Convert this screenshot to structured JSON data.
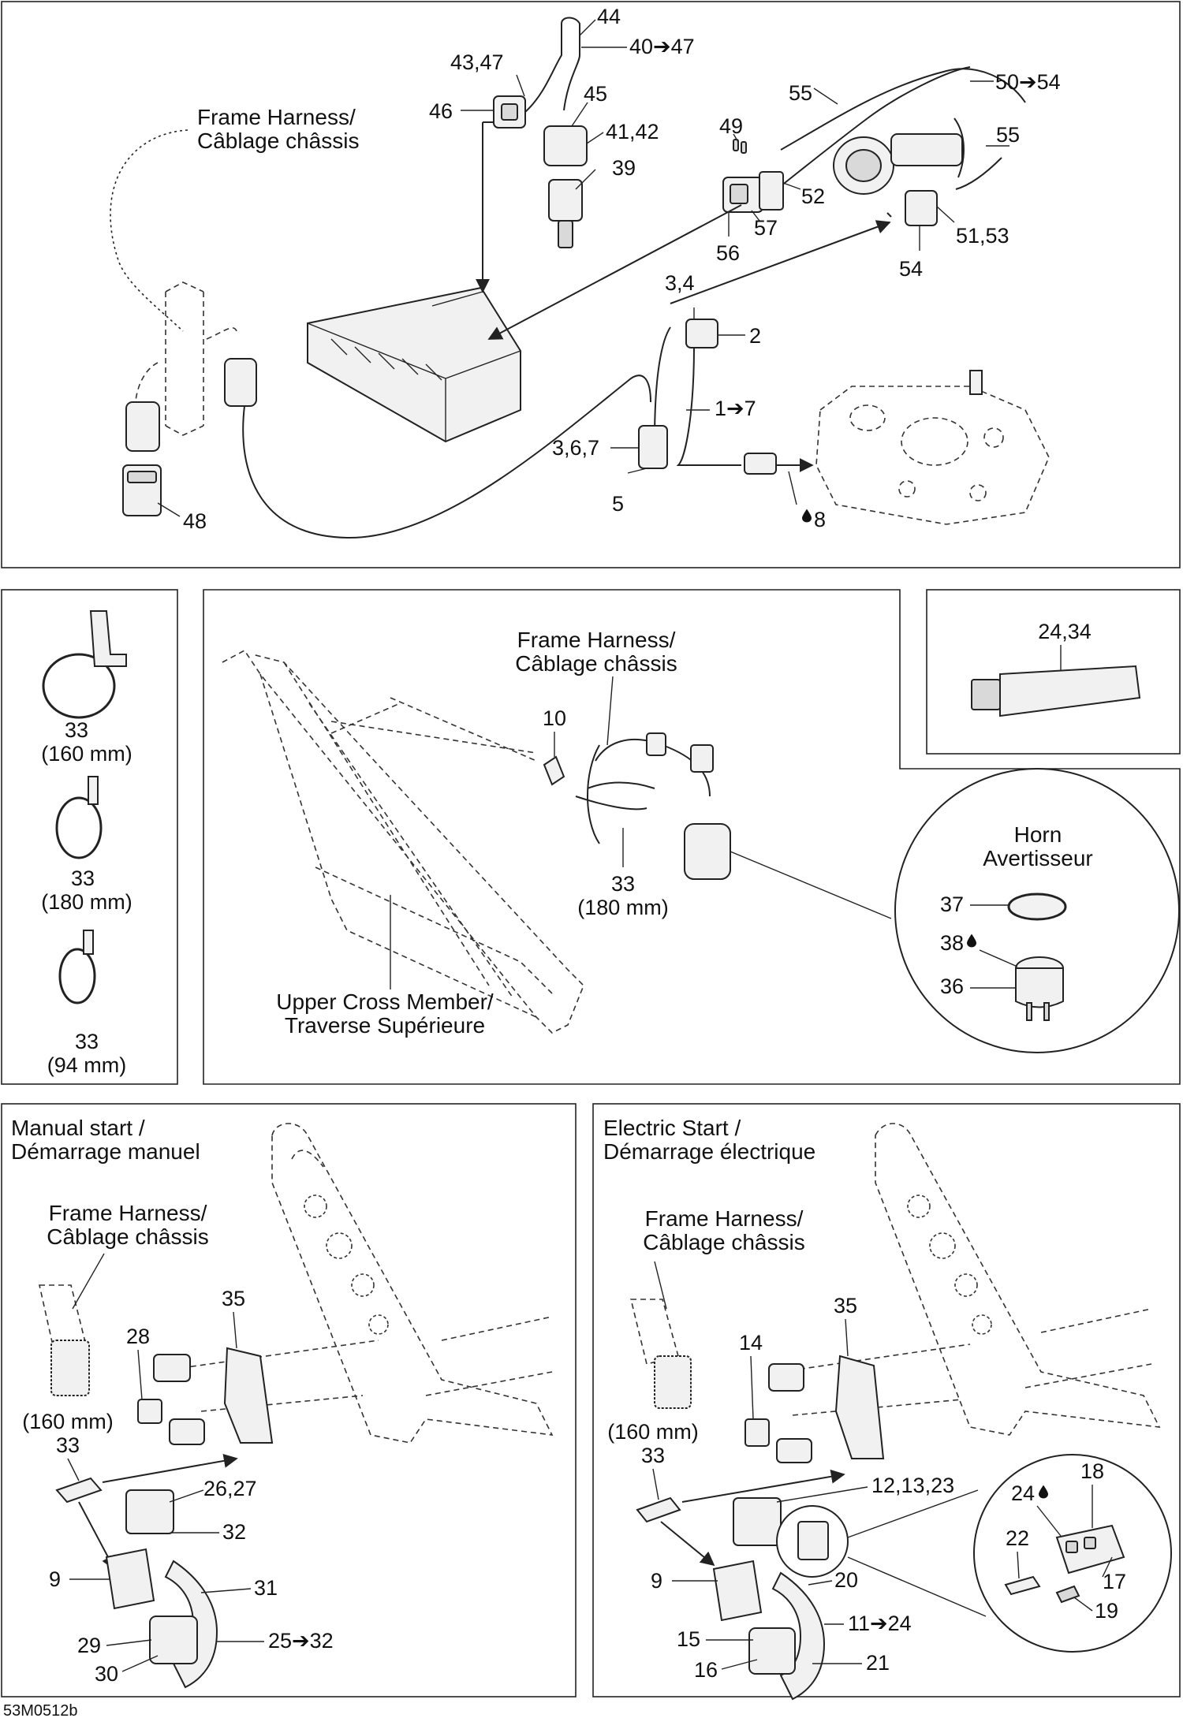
{
  "diagram_code": "53M0512b",
  "captions": {
    "frame_harness_top": [
      "Frame Harness/",
      "Câblage châssis"
    ],
    "frame_harness_mid": [
      "Frame Harness/",
      "Câblage châssis"
    ],
    "upper_cross_member": [
      "Upper Cross Member/",
      "Traverse Supérieure"
    ],
    "horn": [
      "Horn",
      "Avertisseur"
    ],
    "manual_start": [
      "Manual start /",
      "Démarrage manuel"
    ],
    "frame_harness_manual": [
      "Frame Harness/",
      "Câblage châssis"
    ],
    "electric_start": [
      "Electric Start /",
      "Démarrage électrique"
    ],
    "frame_harness_electric": [
      "Frame Harness/",
      "Câblage châssis"
    ]
  },
  "top_labels": {
    "p44": "44",
    "p40_47": "40➔47",
    "p43_47": "43,47",
    "p46": "46",
    "p45": "45",
    "p41_42": "41,42",
    "p39": "39",
    "p55a": "55",
    "p50_54": "50➔54",
    "p55b": "55",
    "p49": "49",
    "p52": "52",
    "p57": "57",
    "p56": "56",
    "p51_53": "51,53",
    "p54": "54",
    "p3_4": "3,4",
    "p2": "2",
    "p1_7": "1➔7",
    "p3_6_7": "3,6,7",
    "p5": "5",
    "p8": "8",
    "p48": "48"
  },
  "ties": [
    {
      "part": "33",
      "size": "(160 mm)"
    },
    {
      "part": "33",
      "size": "(180 mm)"
    },
    {
      "part": "33",
      "size": "(94 mm)"
    }
  ],
  "mid_labels": {
    "p10": "10",
    "p33": "33",
    "p33_size": "(180 mm)",
    "p24_34": "24,34"
  },
  "horn_labels": {
    "p37": "37",
    "p38": "38",
    "p36": "36"
  },
  "manual_labels": {
    "p35": "35",
    "p28": "28",
    "size160": "(160 mm)",
    "p33": "33",
    "p26_27": "26,27",
    "p32": "32",
    "p9": "9",
    "p31": "31",
    "p29": "29",
    "p30": "30",
    "p25_32": "25➔32"
  },
  "electric_labels": {
    "p35": "35",
    "p14": "14",
    "size160": "(160 mm)",
    "p33": "33",
    "p12_13_23": "12,13,23",
    "p9": "9",
    "p20": "20",
    "p11_24": "11➔24",
    "p15": "15",
    "p16": "16",
    "p21": "21",
    "p18": "18",
    "p24": "24",
    "p22": "22",
    "p17": "17",
    "p19": "19"
  }
}
